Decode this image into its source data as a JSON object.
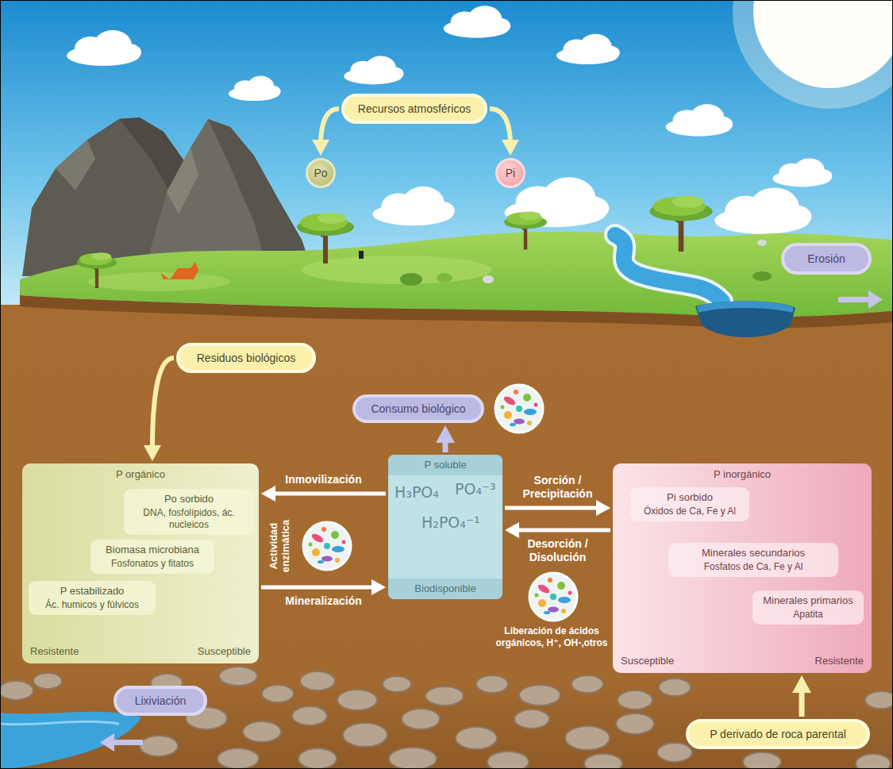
{
  "diagram": {
    "nodes": [
      {
        "text": [
          "Recursos atmosféricos"
        ]
      },
      {
        "text": [
          "Po"
        ]
      },
      {
        "text": [
          "Pi"
        ]
      },
      {
        "text": [
          "Erosión"
        ]
      },
      {
        "text": [
          "Residuos biológicos"
        ]
      },
      {
        "text": [
          "Consumo biológico"
        ]
      },
      {
        "text": [
          "P orgánico",
          "Resistente",
          "Susceptible"
        ]
      },
      {
        "text": [
          "Po sorbido",
          "DNA, fosfolípidos, ác. nucleicos"
        ],
        "in": 6
      },
      {
        "text": [
          "Biomasa microbiana",
          "Fosfonatos y fitatos"
        ],
        "in": 6
      },
      {
        "text": [
          "P estabilizado",
          "Ác. humicos y fúlvicos"
        ],
        "in": 6
      },
      {
        "text": [
          "P soluble",
          "H₃PO₄",
          "PO₄⁻³",
          "H₂PO₄⁻¹",
          "Biodisponible"
        ]
      },
      {
        "text": [
          "P inorgánico",
          "Susceptible",
          "Resistente"
        ]
      },
      {
        "text": [
          "Pi sorbido",
          "Óxidos de Ca, Fe y Al"
        ],
        "in": 11
      },
      {
        "text": [
          "Minerales secundarios",
          "Fosfatos de Ca, Fe y Al"
        ],
        "in": 11
      },
      {
        "text": [
          "Minerales primarios",
          "Apatita"
        ],
        "in": 11
      },
      {
        "text": [
          "Lixiviación"
        ]
      },
      {
        "text": [
          "P derivado de roca parental"
        ]
      }
    ],
    "edges": [
      {
        "from": 0,
        "to": 1,
        "arrow": "to"
      },
      {
        "from": 0,
        "to": 2,
        "arrow": "to"
      },
      {
        "from": 4,
        "to": 6,
        "arrow": "to"
      },
      {
        "from": 10,
        "to": 5,
        "arrow": "to"
      },
      {
        "from": 10,
        "to": 6,
        "arrow": "to",
        "label": "Inmovilización"
      },
      {
        "from": 6,
        "to": 10,
        "arrow": "to",
        "label": "Mineralización"
      },
      {
        "from": 10,
        "to": 11,
        "arrow": "to",
        "label": "Sorción / Precipitación"
      },
      {
        "from": 11,
        "to": 10,
        "arrow": "to",
        "label": "Desorción / Disolución"
      },
      {
        "from": 16,
        "to": 11,
        "arrow": "to"
      }
    ],
    "labels": [
      "Actividad enzimática",
      "Liberación de ácidos orgánicos, H⁺, OH-,otros"
    ]
  }
}
